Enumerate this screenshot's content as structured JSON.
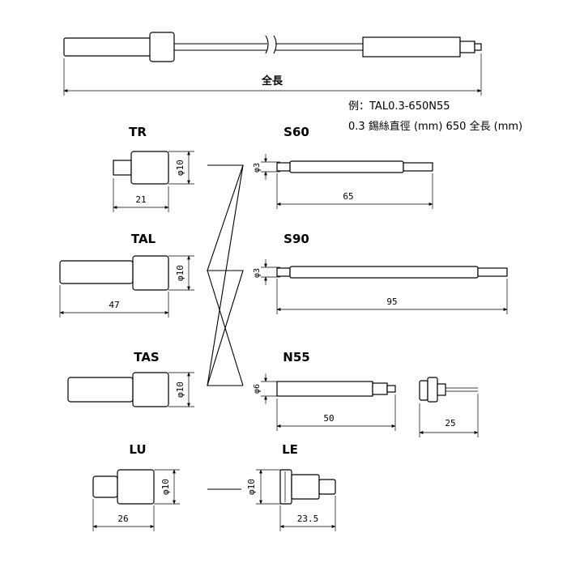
{
  "overall": {
    "label": "全長"
  },
  "example": {
    "line1": "例：TAL0.3-650N55",
    "line2": "0.3 錫絲直徑 (mm) 650 全長 (mm)"
  },
  "heads": [
    {
      "name": "TR",
      "length": "21",
      "dia": "φ10"
    },
    {
      "name": "TAL",
      "length": "47",
      "dia": "φ10"
    },
    {
      "name": "TAS",
      "length": "",
      "dia": "φ10"
    },
    {
      "name": "LU",
      "length": "26",
      "dia": "φ10"
    }
  ],
  "tips": [
    {
      "name": "S60",
      "length": "65",
      "dia": "φ3"
    },
    {
      "name": "S90",
      "length": "95",
      "dia": "φ3"
    },
    {
      "name": "N55",
      "length": "50",
      "dia": "φ6",
      "extra_length": "25"
    },
    {
      "name": "LE",
      "length": "23.5",
      "dia": "φ10"
    }
  ]
}
